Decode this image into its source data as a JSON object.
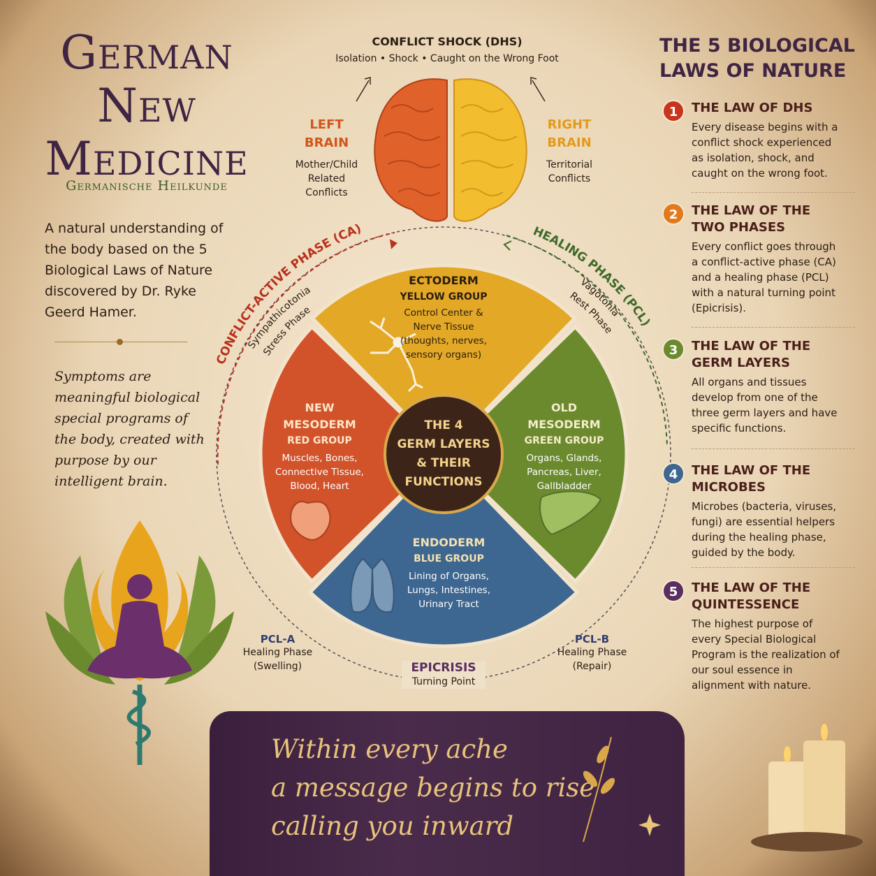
{
  "header": {
    "title_lines": [
      "German",
      "New",
      "Medicine"
    ],
    "subtitle": "Germanische Heilkunde",
    "intro": "A natural understanding of the body based on the 5 Biological Laws of Nature discovered by Dr. Ryke Geerd Hamer.",
    "quote": "Symptoms are meaningful biological special programs of the body, created with purpose by our intelligent brain."
  },
  "brain": {
    "conflict_title": "CONFLICT SHOCK (DHS)",
    "conflict_sub": "Isolation • Shock • Caught on the Wrong Foot",
    "left": {
      "label_1": "LEFT",
      "label_2": "BRAIN",
      "desc": "Mother/Child Related Conflicts"
    },
    "right": {
      "label_1": "RIGHT",
      "label_2": "BRAIN",
      "desc": "Territorial Conflicts"
    }
  },
  "phases": {
    "ca_title": "CONFLICT-ACTIVE PHASE (CA)",
    "ca_line1": "Sympathicotonia",
    "ca_line2": "Stress Phase",
    "pcl_title": "HEALING PHASE (PCL)",
    "pcl_line1": "Vagotonia",
    "pcl_line2": "Rest Phase",
    "pcl_a": {
      "title": "PCL-A",
      "line1": "Healing Phase",
      "line2": "(Swelling)"
    },
    "pcl_b": {
      "title": "PCL-B",
      "line1": "Healing Phase",
      "line2": "(Repair)"
    },
    "epicrisis": {
      "title": "EPICRISIS",
      "sub": "Turning Point"
    }
  },
  "wheel": {
    "center": [
      "THE 4",
      "GERM LAYERS",
      "& THEIR",
      "FUNCTIONS"
    ],
    "segments": [
      {
        "name": "ECTODERM",
        "group": "YELLOW GROUP",
        "desc": "Control Center & Nerve Tissue (thoughts, nerves, sensory organs)",
        "color": "#e3a825",
        "icon": "neuron-icon"
      },
      {
        "name": "NEW MESODERM",
        "group": "RED GROUP",
        "desc": "Muscles, Bones, Connective Tissue, Blood, Heart",
        "color": "#d2522a",
        "icon": "heart-icon"
      },
      {
        "name": "OLD MESODERM",
        "group": "GREEN GROUP",
        "desc": "Organs, Glands, Pancreas, Liver, Gallbladder",
        "color": "#6b8a2e",
        "icon": "liver-icon"
      },
      {
        "name": "ENDODERM",
        "group": "BLUE GROUP",
        "desc": "Lining of Organs, Lungs, Intestines, Urinary Tract",
        "color": "#3d6690",
        "icon": "lungs-icon"
      }
    ]
  },
  "laws": {
    "title": "THE 5 BIOLOGICAL LAWS OF NATURE",
    "items": [
      {
        "num": "1",
        "title": "THE LAW OF DHS",
        "desc": "Every disease begins with a conflict shock experienced as isolation, shock, and caught on the wrong foot.",
        "color": "#c8341c"
      },
      {
        "num": "2",
        "title": "THE LAW OF THE TWO PHASES",
        "desc": "Every conflict goes through a conflict-active phase (CA) and a healing phase (PCL) with a natural turning point (Epicrisis).",
        "color": "#e07a1c"
      },
      {
        "num": "3",
        "title": "THE LAW OF THE GERM LAYERS",
        "desc": "All organs and tissues develop from one of the three germ layers and have specific functions.",
        "color": "#6b8a2e"
      },
      {
        "num": "4",
        "title": "THE LAW OF THE MICROBES",
        "desc": "Microbes (bacteria, viruses, fungi) are essential helpers during the healing phase, guided by the body.",
        "color": "#3d6690"
      },
      {
        "num": "5",
        "title": "THE LAW OF THE QUINTESSENCE",
        "desc": "The highest purpose of every Special Biological Program is the realization of our soul essence in alignment with nature.",
        "color": "#5a2e5e"
      }
    ]
  },
  "banner": {
    "lines": [
      "Within every ache",
      "a message begins to rise",
      "calling you inward"
    ]
  }
}
